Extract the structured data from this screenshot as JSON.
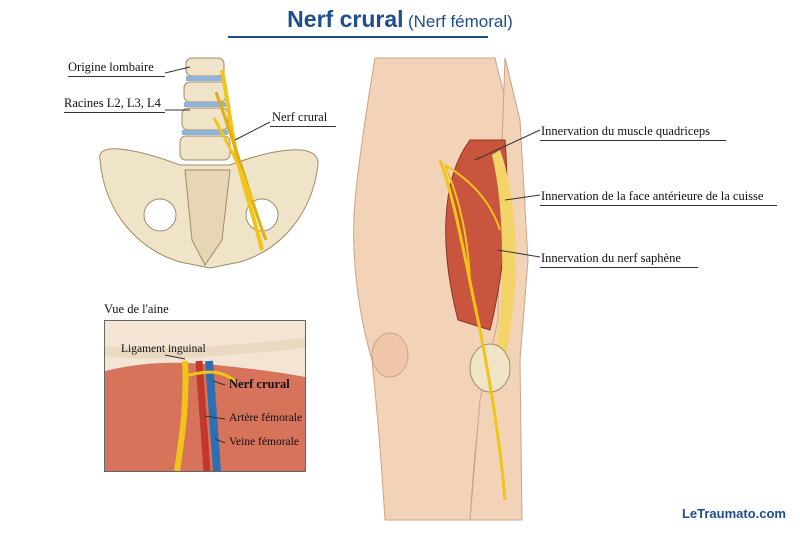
{
  "title": {
    "main": "Nerf crural",
    "sub": "(Nerf fémoral)"
  },
  "labels": {
    "origine": "Origine lombaire",
    "racines": "Racines L2, L3, L4",
    "nerf_crural_top": "Nerf crural",
    "quadriceps": "Innervation du muscle quadriceps",
    "face_anterieure": "Innervation de la face antérieure de la cuisse",
    "saphene": "Innervation du nerf saphène"
  },
  "inset": {
    "title": "Vue de l'aine",
    "ligament": "Ligament inguinal",
    "nerf": "Nerf crural",
    "artere": "Artère fémorale",
    "veine": "Veine fémorale"
  },
  "credit": "LeTraumato.com",
  "colors": {
    "title": "#1f4e8c",
    "nerve": "#f0c419",
    "muscle": "#c9553e",
    "bone": "#efe3c8",
    "skin": "#f2d3b8",
    "artery": "#c0392b",
    "vein": "#2c6fb5"
  }
}
